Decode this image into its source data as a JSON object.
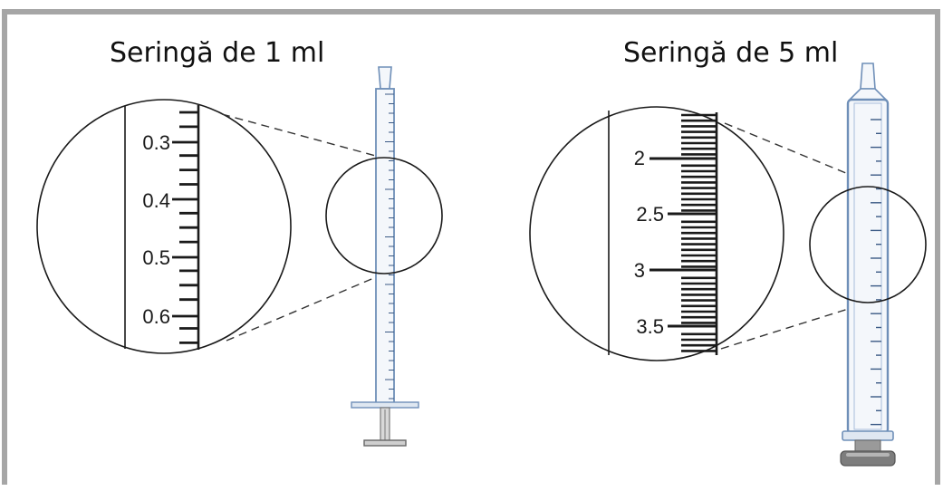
{
  "syringes": [
    {
      "id": "1ml",
      "title": "Seringă de 1 ml",
      "magnifier_labels": [
        "0.3",
        "0.4",
        "0.5",
        "0.6"
      ]
    },
    {
      "id": "5ml",
      "title": "Seringă de 5 ml",
      "magnifier_labels": [
        "2",
        "2.5",
        "3",
        "3.5"
      ]
    }
  ],
  "colors": {
    "frame": "#a6a6a6",
    "ink": "#1a1a1a",
    "barrel_outline": "#6f8fb8",
    "barrel_fill": "#f4f7fb",
    "plunger": "#8a8a8a"
  }
}
